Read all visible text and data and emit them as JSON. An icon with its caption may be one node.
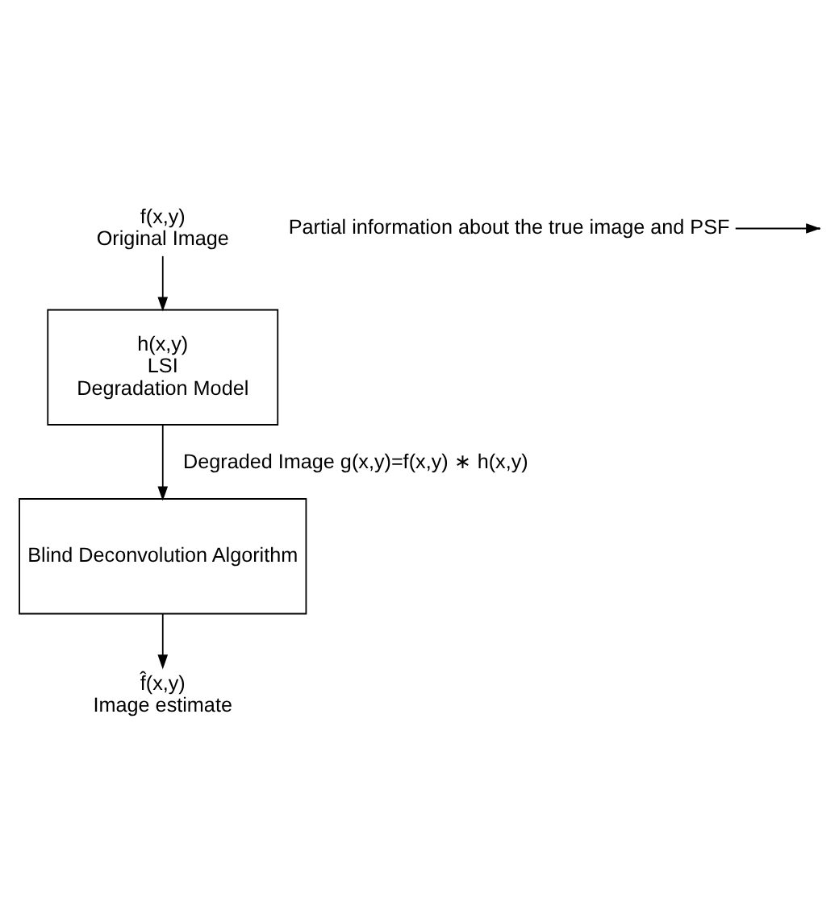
{
  "diagram": {
    "nodes": [
      {
        "text": [
          "f(x,y)",
          "Original Image"
        ]
      },
      {
        "text": [
          "h(x,y)",
          "LSI",
          "Degradation Model"
        ]
      },
      {
        "text": [
          "Blind Deconvolution Algorithm"
        ]
      },
      {
        "text": [
          "f̂(x,y)",
          "Image estimate"
        ]
      },
      {
        "text": [
          "Partial information about the true image and PSF"
        ]
      }
    ],
    "edges": [
      {
        "from": 0,
        "to": 1,
        "arrow": "to"
      },
      {
        "from": 1,
        "to": 2,
        "arrow": "to",
        "label": "Degraded Image g(x,y)=f(x,y) ∗ h(x,y)"
      },
      {
        "from": 4,
        "to": null,
        "arrow": "to"
      },
      {
        "from": 2,
        "to": 3,
        "arrow": "to"
      }
    ]
  }
}
